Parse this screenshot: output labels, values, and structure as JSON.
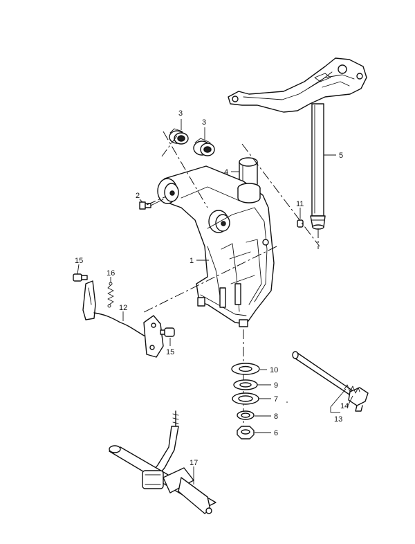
{
  "labels": {
    "p1": "1",
    "p2": "2",
    "p3a": "3",
    "p3b": "3",
    "p4": "4",
    "p5": "5",
    "p6": "6",
    "p7": "7",
    "p8": "8",
    "p9": "9",
    "p10": "10",
    "p11": "11",
    "p12": "12",
    "p13": "13",
    "p14": "14",
    "p15a": "15",
    "p15b": "15",
    "p16": "16",
    "p17": "17"
  },
  "colors": {
    "line": "#111111",
    "background": "#ffffff"
  }
}
